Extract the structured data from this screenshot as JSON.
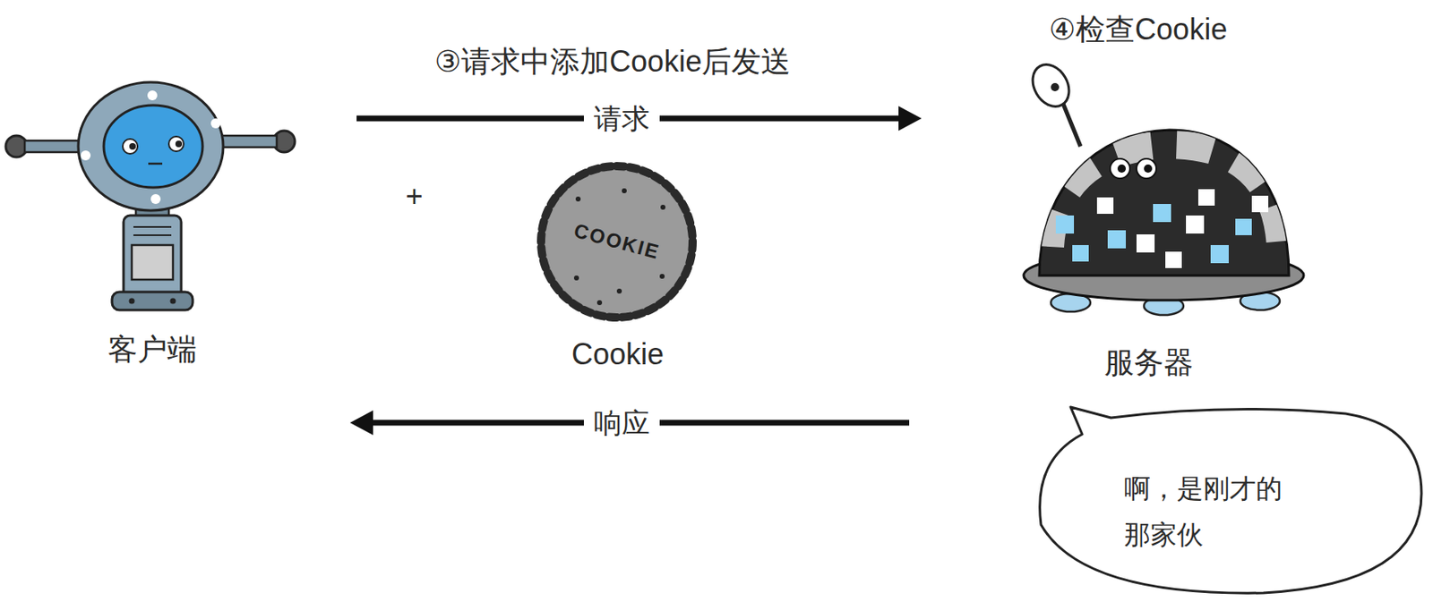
{
  "diagram": {
    "nodes": [
      {
        "text": [
          "客户端"
        ]
      },
      {
        "text": [
          "COOKIE",
          "Cookie"
        ]
      },
      {
        "text": [
          "服务器"
        ]
      },
      {
        "text": [
          "啊，是刚才的 那家伙"
        ]
      }
    ],
    "edges": [
      {
        "from": 0,
        "to": 2,
        "arrow": "to",
        "label": "请求"
      },
      {
        "from": 2,
        "to": 0,
        "arrow": "to",
        "label": "响应"
      }
    ],
    "labels": [
      "③请求中添加Cookie后发送",
      "④检查Cookie",
      "+"
    ]
  }
}
